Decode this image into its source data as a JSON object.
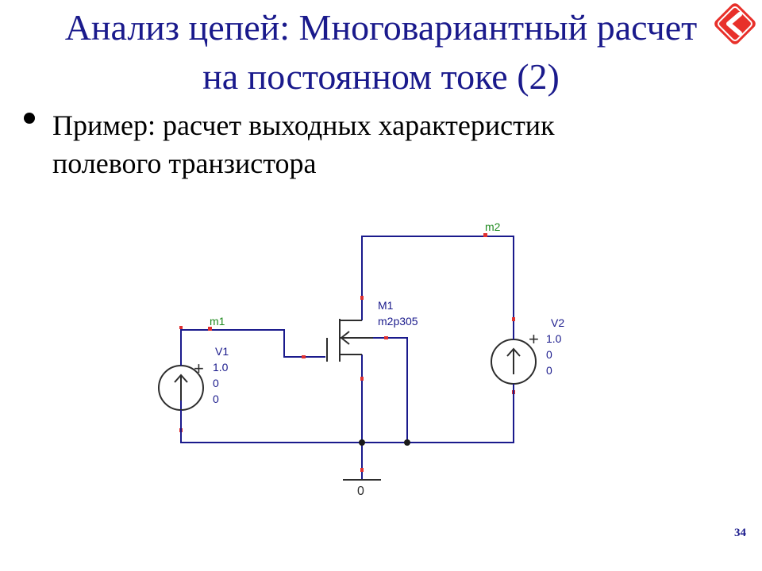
{
  "slide": {
    "title_line1": "Анализ цепей: Многовариантный расчет",
    "title_line2": "на постоянном токе (2)",
    "bullet_line1": "Пример: расчет выходных характеристик",
    "bullet_line2": "полевого транзистора",
    "page_number": "34"
  },
  "schematic": {
    "transistor_name": "M1",
    "transistor_model": "m2p305",
    "marker_m1": "m1",
    "marker_m2": "m2",
    "source_v1": {
      "name": "V1",
      "plus": "+",
      "value": "1.0",
      "p2": "0",
      "p3": "0"
    },
    "source_v2": {
      "name": "V2",
      "plus": "+",
      "value": "1.0",
      "p2": "0",
      "p3": "0"
    },
    "ground_label": "0"
  },
  "colors": {
    "title": "#1a1a8c",
    "wire": "#1a1a8c",
    "component": "#2d2d2d",
    "pin": "#e03030",
    "marker_label": "#1f8a1f",
    "params": "#1a1a8c",
    "logo_red": "#e8302a"
  },
  "icons": {
    "logo": "red-diamond-arrow-icon",
    "sources": "voltage-source-icon",
    "ground": "ground-icon"
  }
}
